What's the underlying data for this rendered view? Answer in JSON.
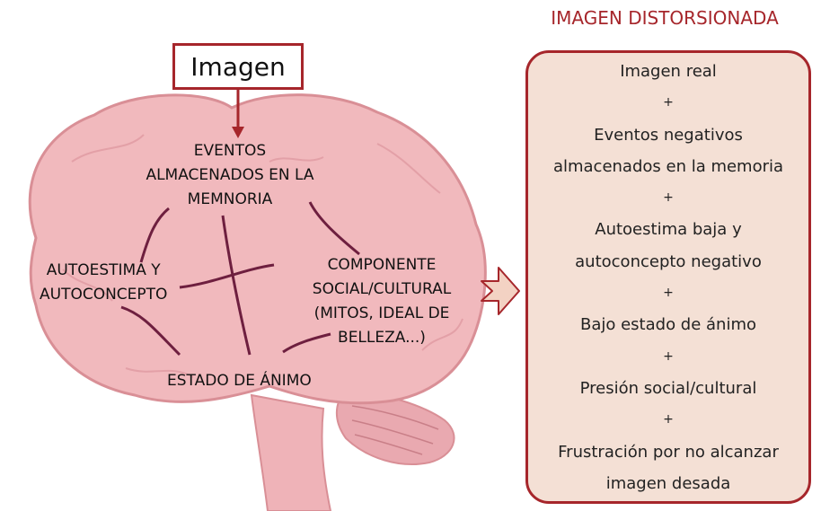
{
  "top_box": {
    "label": "Imagen"
  },
  "brain_labels": {
    "eventos": [
      "EVENTOS",
      "ALMACENADOS EN LA",
      "MEMNORIA"
    ],
    "autoestima": [
      "AUTOESTIMA Y",
      "AUTOCONCEPTO"
    ],
    "componente": [
      "COMPONENTE",
      "SOCIAL/CULTURAL",
      "(MITOS, IDEAL DE",
      "BELLEZA...)"
    ],
    "estado": [
      "ESTADO DE ÁNIMO"
    ]
  },
  "right_panel": {
    "title": "IMAGEN DISTORSIONADA",
    "lines": [
      "Imagen real",
      "+",
      "Eventos negativos",
      "almacenados en la memoria",
      "+",
      "Autoestima baja y",
      "autoconcepto negativo",
      "+",
      "Bajo estado de ánimo",
      "+",
      "Presión social/cultural",
      "+",
      "Frustración por no alcanzar",
      "imagen desada"
    ]
  },
  "colors": {
    "accent": "#a6262b",
    "brain_fill": "#f1b9bd",
    "brain_outline": "#d98f96",
    "divider": "#6e1f3f",
    "panel_fill": "#f4e0d5",
    "arrow_fill": "#f3d2c3"
  }
}
